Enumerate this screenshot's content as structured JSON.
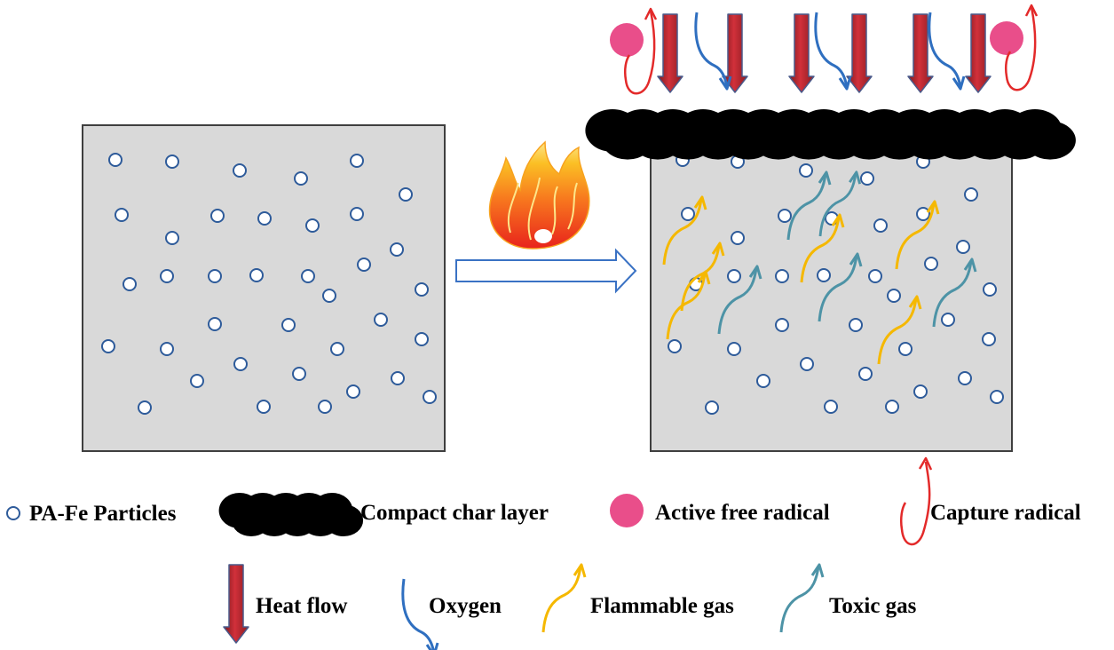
{
  "colors": {
    "panel_fill": "#d9d9d9",
    "panel_border": "#3f3f3f",
    "particle_stroke": "#2e5b9a",
    "char": "#000000",
    "radical": "#e94e8a",
    "capture": "#e32a2a",
    "heat": "#c0272d",
    "heat_edge": "#4a5a8a",
    "oxygen": "#2f6fc0",
    "flammable": "#f5b800",
    "toxic": "#4d93a6",
    "process_arrow": "#3a72c4"
  },
  "icons": {
    "particle": "particle-circle-icon",
    "char": "char-cloud-icon",
    "radical": "radical-dot-icon",
    "capture": "capture-loop-arrow-icon",
    "heat": "heat-down-arrow-icon",
    "oxygen": "oxygen-curve-arrow-icon",
    "flammable": "flammable-gas-arrow-icon",
    "toxic": "toxic-gas-arrow-icon",
    "fire": "fire-icon",
    "process": "process-right-arrow-icon"
  },
  "legend": {
    "particles": "PA-Fe Particles",
    "char": "Compact char layer",
    "radical": "Active free radical",
    "capture": "Capture radical",
    "heat": "Heat flow",
    "oxygen": "Oxygen",
    "flammable": "Flammable gas",
    "toxic": "Toxic gas"
  }
}
